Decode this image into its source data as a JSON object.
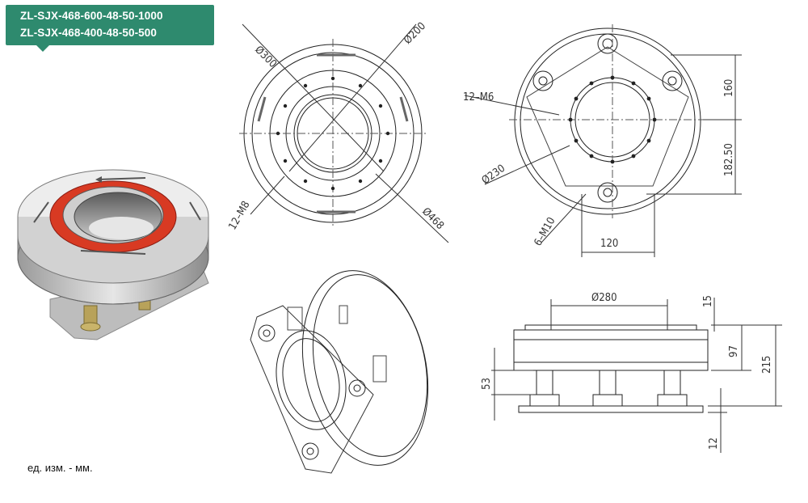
{
  "title": {
    "line1": "ZL-SJX-468-600-48-50-1000",
    "line2": "ZL-SJX-468-400-48-50-500"
  },
  "units_note": "ед. изм. - мм.",
  "top_view": {
    "dim_outer": "Ø300",
    "dim_inner": "Ø200",
    "dim_od": "Ø468",
    "holes": "12–M8"
  },
  "flange_view": {
    "holes_m6": "12–M6",
    "pcd": "Ø230",
    "holes_m10": "6–M10",
    "dim_160": "160",
    "dim_182": "182.50",
    "dim_120": "120"
  },
  "side_view": {
    "dim_280": "Ø280",
    "dim_15": "15",
    "dim_97": "97",
    "dim_215": "215",
    "dim_53": "53",
    "dim_12": "12"
  },
  "colors": {
    "badge": "#2e8a6e",
    "ring_red": "#d83a23"
  }
}
